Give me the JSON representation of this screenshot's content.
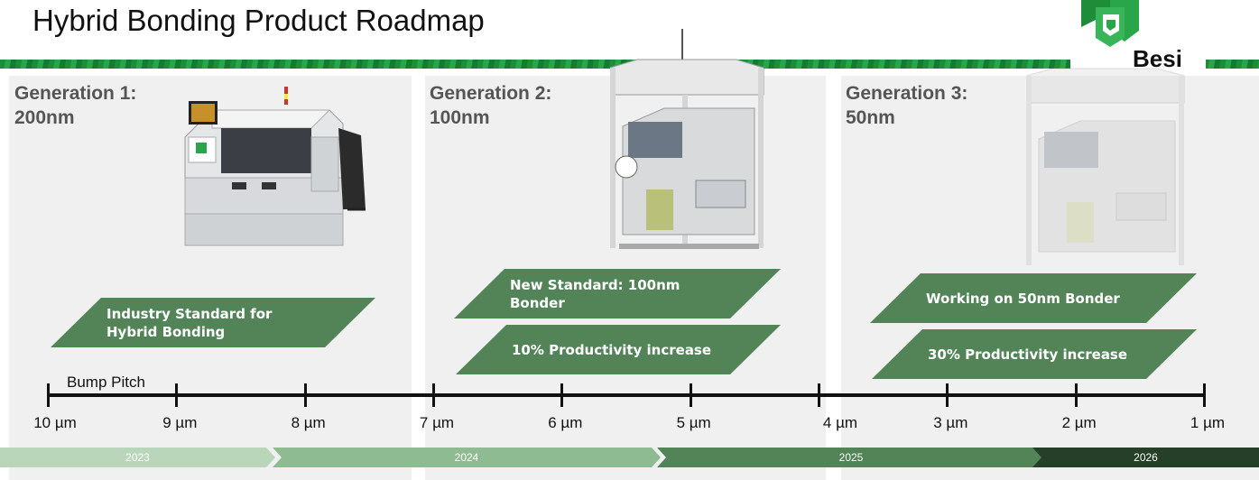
{
  "header": {
    "title": "Hybrid Bonding Product Roadmap",
    "logo_text": "Besi"
  },
  "generations": [
    {
      "line1": "Generation 1:",
      "line2": "200nm"
    },
    {
      "line1": "Generation 2:",
      "line2": "100nm"
    },
    {
      "line1": "Generation 3:",
      "line2": "50nm"
    }
  ],
  "callouts": {
    "gen1": {
      "line1": "Industry Standard for",
      "line2": "Hybrid Bonding"
    },
    "gen2a": {
      "line1": "New Standard: 100nm",
      "line2": "Bonder"
    },
    "gen2b": {
      "line1": "10% Productivity increase"
    },
    "gen3a": {
      "line1": "Working on 50nm Bonder"
    },
    "gen3b": {
      "line1": "30% Productivity increase"
    }
  },
  "axis": {
    "label": "Bump Pitch",
    "ticks": [
      "10 µm",
      "9 µm",
      "8 µm",
      "7 µm",
      "6 µm",
      "5 µm",
      "4 µm",
      "3 µm",
      "2 µm",
      "1 µm"
    ]
  },
  "timeline": [
    "2023",
    "2024",
    "2025",
    "2026"
  ],
  "colors": {
    "brand_green": "#2aa64a",
    "callout_green": "#538458",
    "panel_gray": "#f0f0f0"
  }
}
